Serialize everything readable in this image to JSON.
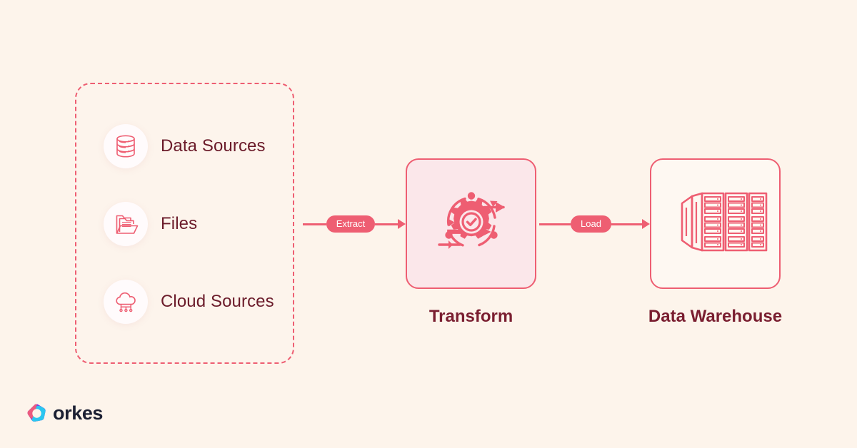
{
  "theme": {
    "background": "#FDF4EB",
    "accent": "#EE5E72",
    "text_dark": "#6B1B2A",
    "caption": "#7A1E30",
    "transform_fill": "#FBE7EA",
    "card_fill": "#FEF8F2",
    "icon_circle_fill": "#FFFBFC",
    "logo_text": "#1C2033"
  },
  "diagram": {
    "type": "etl-pipeline",
    "sources_group": {
      "name": "sources-group",
      "items": [
        {
          "icon": "database-icon",
          "label": "Data Sources"
        },
        {
          "icon": "files-folder-icon",
          "label": "Files"
        },
        {
          "icon": "cloud-sources-icon",
          "label": "Cloud Sources"
        }
      ]
    },
    "connectors": [
      {
        "id": "extract",
        "label": "Extract",
        "from": "sources-group",
        "to": "transform"
      },
      {
        "id": "load",
        "label": "Load",
        "from": "transform",
        "to": "data-warehouse"
      }
    ],
    "stages": [
      {
        "id": "transform",
        "icon": "gear-check-refresh-icon",
        "caption": "Transform"
      },
      {
        "id": "data-warehouse",
        "icon": "server-racks-icon",
        "caption": "Data Warehouse"
      }
    ]
  },
  "branding": {
    "logo_icon": "orkes-logo-mark",
    "logo_text": "orkes"
  }
}
